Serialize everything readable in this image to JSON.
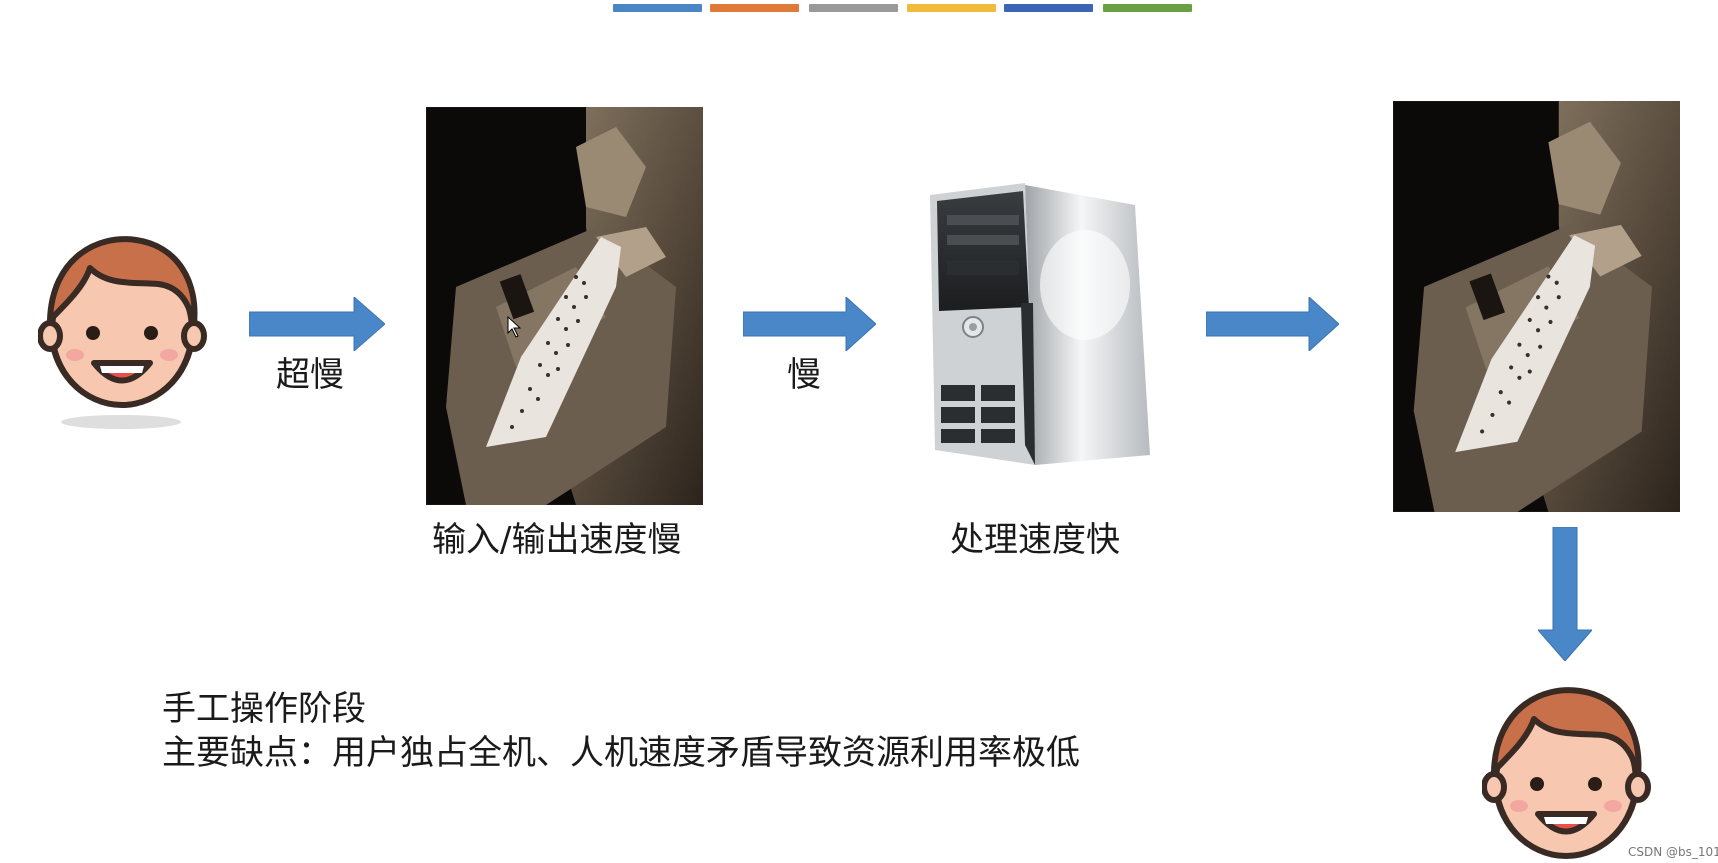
{
  "colors": {
    "stripes": [
      "#4a86c6",
      "#e07a3a",
      "#999999",
      "#f2bb3b",
      "#3b64b5",
      "#6aa044"
    ],
    "arrow": "#4a87c8",
    "face_skin": "#f7c7b0",
    "hair": "#c8704a"
  },
  "icons": {
    "person": "smiley-face-icon",
    "punch_card_machine": "punch-card-machine-icon",
    "computer": "desktop-tower-icon",
    "arrow": "right-arrow-icon"
  },
  "labels": {
    "arrow1": "超慢",
    "arrow2": "慢",
    "machine": "输入/输出速度慢",
    "computer": "处理速度快"
  },
  "caption": {
    "line1": "手工操作阶段",
    "line2": "主要缺点：用户独占全机、人机速度矛盾导致资源利用率极低"
  },
  "watermark": "CSDN @bs_101"
}
